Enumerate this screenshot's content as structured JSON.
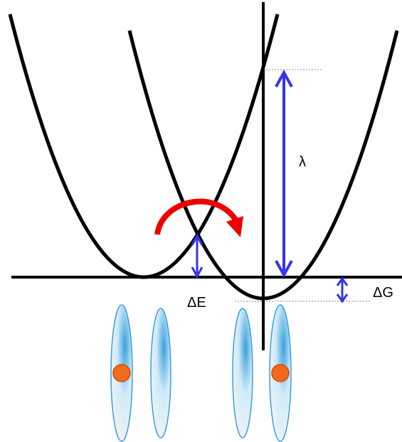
{
  "labels": {
    "lambda": "λ",
    "delta_e": "ΔE",
    "delta_g": "ΔG"
  },
  "colors": {
    "curve": "#000000",
    "energy_arrow": "#3333ee",
    "transfer_arrow": "#ee0000",
    "guide_line": "#888888",
    "molecule_edge": "#3aa0dd",
    "molecule_fill": "#bfe4f7",
    "charge": "#f26a1b",
    "charge_edge": "#d44a00"
  },
  "molecules": [
    {
      "charged": true
    },
    {
      "charged": false
    },
    {
      "charged": false
    },
    {
      "charged": true
    }
  ]
}
